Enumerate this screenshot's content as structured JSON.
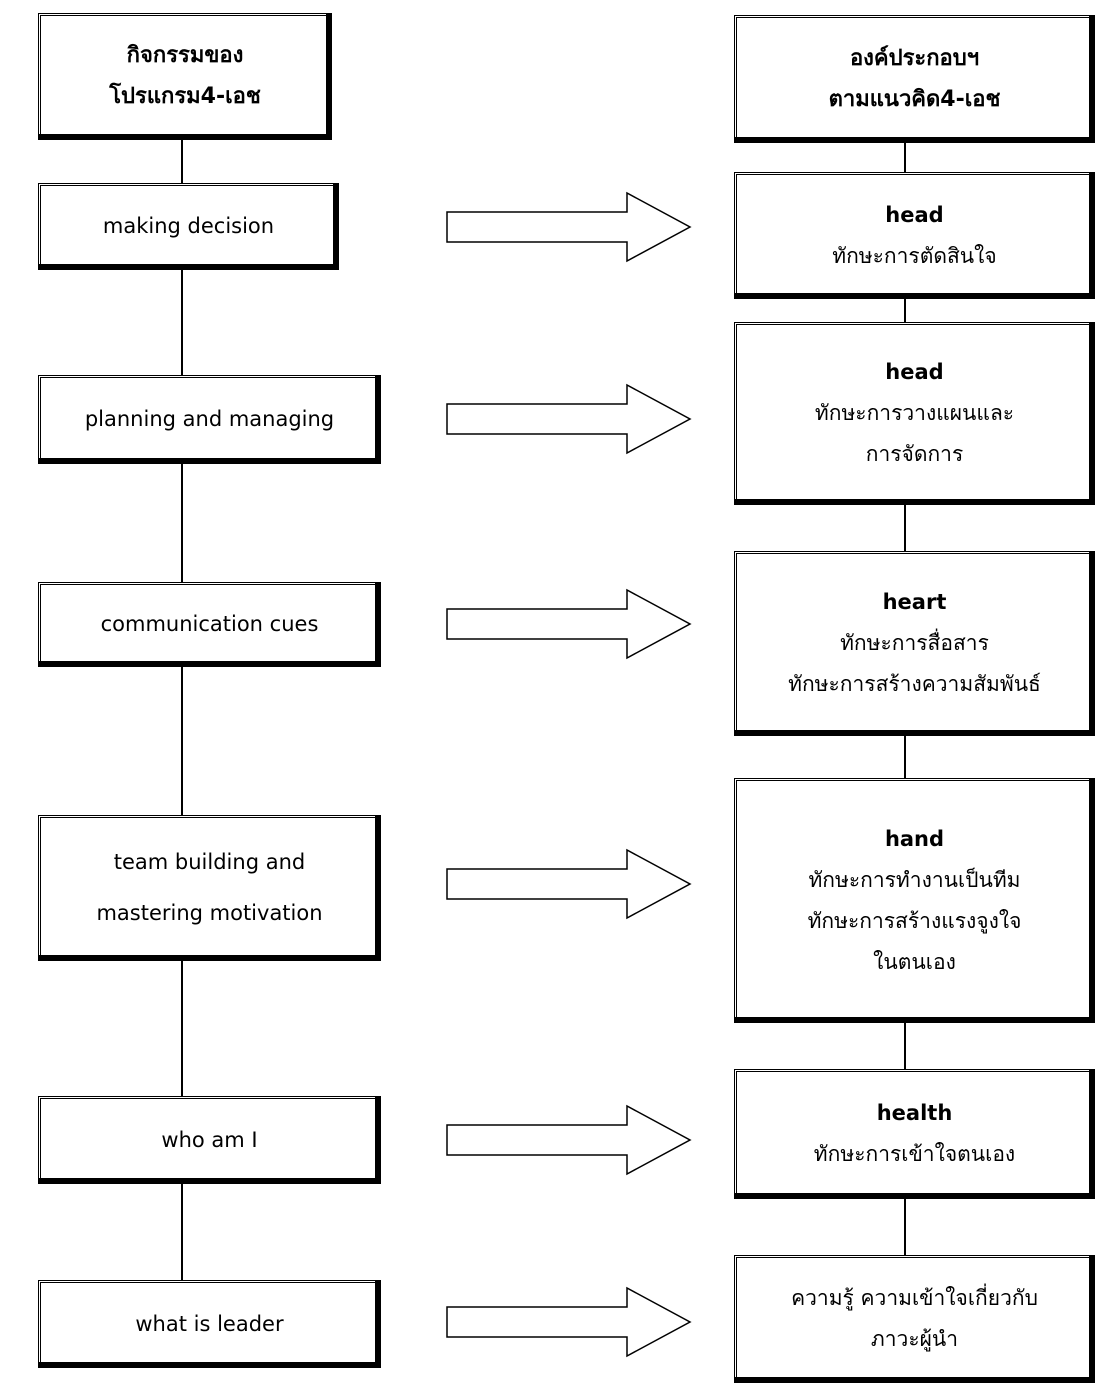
{
  "left_header": {
    "lines": [
      "กิจกรรมของ",
      "โปรแกรม4-เอช"
    ]
  },
  "right_header": {
    "lines": [
      "องค์ประกอบฯ",
      "ตามแนวคิด4-เอช"
    ]
  },
  "activities": [
    {
      "lines": [
        "making decision"
      ]
    },
    {
      "lines": [
        "planning and managing"
      ]
    },
    {
      "lines": [
        "communication cues"
      ]
    },
    {
      "lines": [
        "team building and",
        "mastering motivation"
      ]
    },
    {
      "lines": [
        "who am I"
      ]
    },
    {
      "lines": [
        "what is leader"
      ]
    }
  ],
  "components": [
    {
      "title": "head",
      "lines": [
        "ทักษะการตัดสินใจ"
      ]
    },
    {
      "title": "head",
      "lines": [
        "ทักษะการวางแผนและ",
        "การจัดการ"
      ]
    },
    {
      "title": "heart",
      "lines": [
        "ทักษะการสื่อสาร",
        "ทักษะการสร้างความสัมพันธ์"
      ]
    },
    {
      "title": "hand",
      "lines": [
        "ทักษะการทำงานเป็นทีม",
        "ทักษะการสร้างแรงจูงใจ",
        "ในตนเอง"
      ]
    },
    {
      "title": "health",
      "lines": [
        "ทักษะการเข้าใจตนเอง"
      ]
    },
    {
      "title": "",
      "lines": [
        "ความรู้ ความเข้าใจเกี่ยวกับ",
        "ภาวะผู้นำ"
      ]
    }
  ],
  "colors": {
    "stroke": "#000000",
    "fill": "#ffffff"
  }
}
